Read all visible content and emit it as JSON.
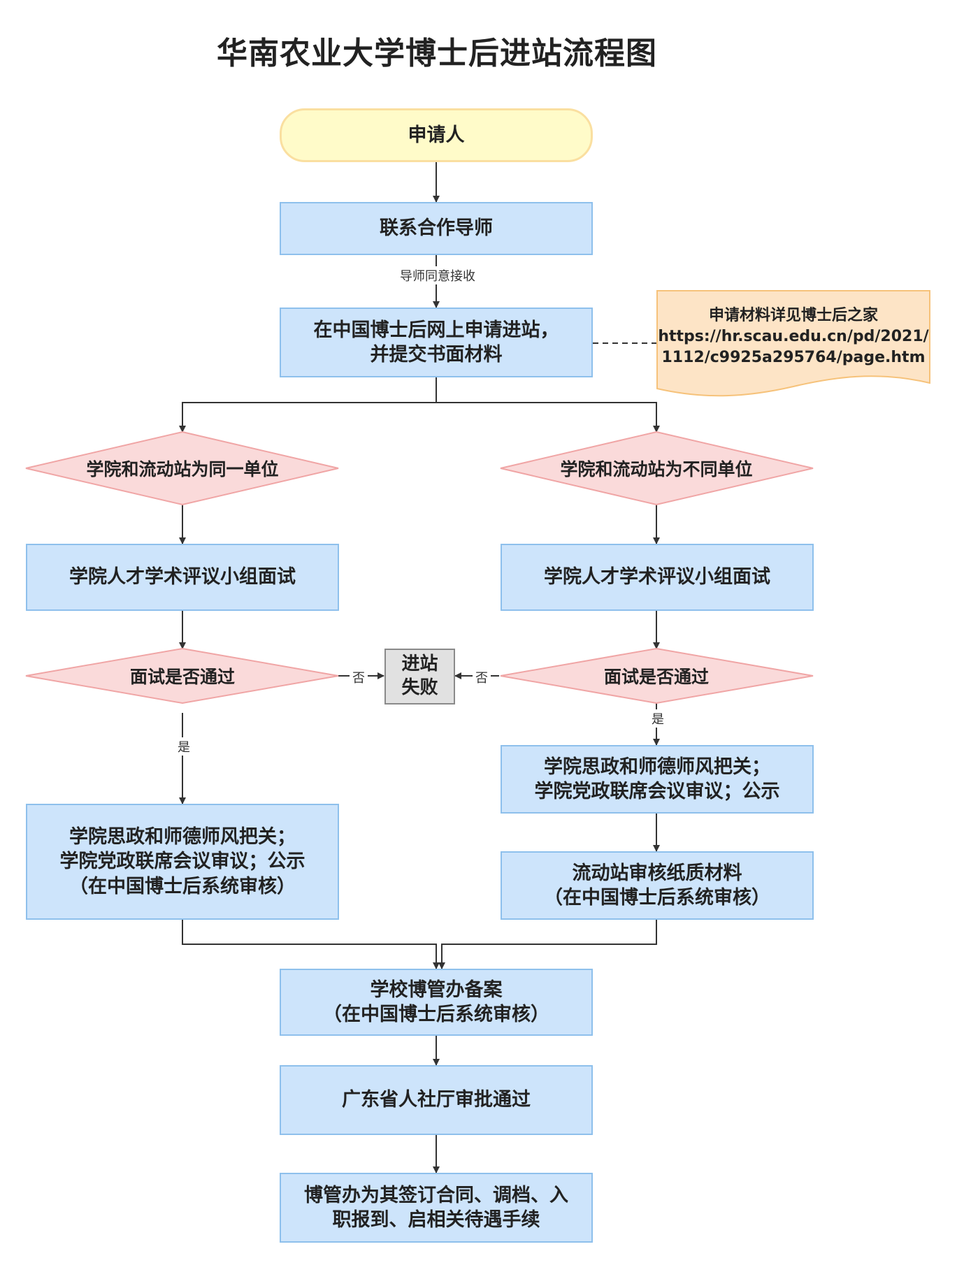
{
  "title": "华南农业大学博士后进站流程图",
  "nodes": {
    "applicant": "申请人",
    "contact_advisor": "联系合作导师",
    "apply_online": "在中国博士后网上申请进站，\n并提交书面材料",
    "note": {
      "line1": "申请材料详见博士后之家",
      "line2": "https://hr.scau.edu.cn/pd/2021/",
      "line3": "1112/c9925a295764/page.htm"
    },
    "left_unit_decision": "学院和流动站为同一单位",
    "right_unit_decision": "学院和流动站为不同单位",
    "left_interview": "学院人才学术评议小组面试",
    "right_interview": "学院人才学术评议小组面试",
    "left_pass_decision": "面试是否通过",
    "right_pass_decision": "面试是否通过",
    "fail": "进站\n失败",
    "left_review": "学院思政和师德师风把关；\n学院党政联席会议审议；公示\n（在中国博士后系统审核）",
    "right_review": "学院思政和师德师风把关；\n学院党政联席会议审议；公示",
    "station_review": "流动站审核纸质材料\n（在中国博士后系统审核）",
    "school_record": "学校博管办备案\n（在中国博士后系统审核）",
    "province_approval": "广东省人社厅审批通过",
    "final_procedures": "博管办为其签订合同、调档、入\n职报到、启相关待遇手续"
  },
  "edge_labels": {
    "advisor_agree": "导师同意接收",
    "left_no": "否",
    "right_no": "否",
    "left_yes": "是",
    "right_yes": "是"
  },
  "colors": {
    "process_fill": "#cde4fb",
    "process_border": "#8ec0ec",
    "decision_fill": "#fadada",
    "decision_border": "#f0a5a5",
    "start_fill": "#fffbc9",
    "note_fill": "#fde4c6",
    "note_border": "#f6c27a",
    "fail_fill": "#e1e1e1"
  }
}
